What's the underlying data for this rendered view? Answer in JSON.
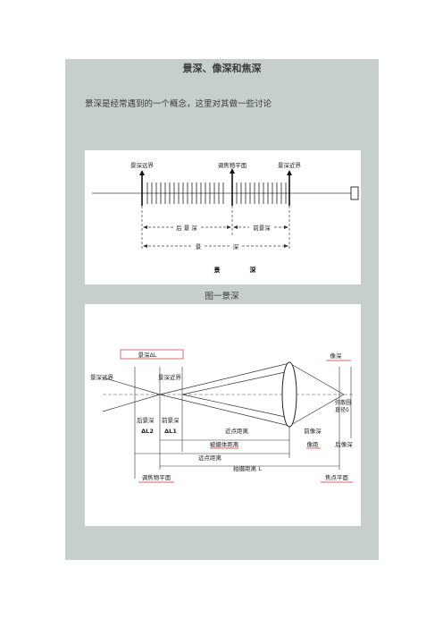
{
  "title": "景深、像深和焦深",
  "intro": "景深是经常遇到的一个概念，这里对其做一些讨论",
  "caption": "图一景深",
  "fig1": {
    "far_limit": "景深远界",
    "focus_plane": "调焦物平面",
    "near_limit": "景深近界",
    "back_dof": "后 景 深",
    "front_dof": "前景深",
    "dof_span_left": "景",
    "dof_span_right": "深",
    "bottom_left": "景",
    "bottom_right": "深"
  },
  "fig2": {
    "dof_delta": "景深ΔL",
    "far_limit": "景深远界",
    "near_limit": "景深近界",
    "image_depth": "像深",
    "coc_line1": "弥散圆",
    "coc_line2": "直径δ",
    "back_dof": "后景深",
    "front_dof": "前景深",
    "dl2": "ΔL2",
    "dl1": "ΔL1",
    "near_distance": "近点距离",
    "front_image_depth": "前像深",
    "subject_distance": "被摄体距离",
    "image_distance": "像距",
    "back_image_depth": "后像深",
    "far_distance": "远点距离",
    "shooting_distance": "拍摄距离 L",
    "focus_plane": "调焦物平面",
    "focal_plane": "焦点平面"
  }
}
